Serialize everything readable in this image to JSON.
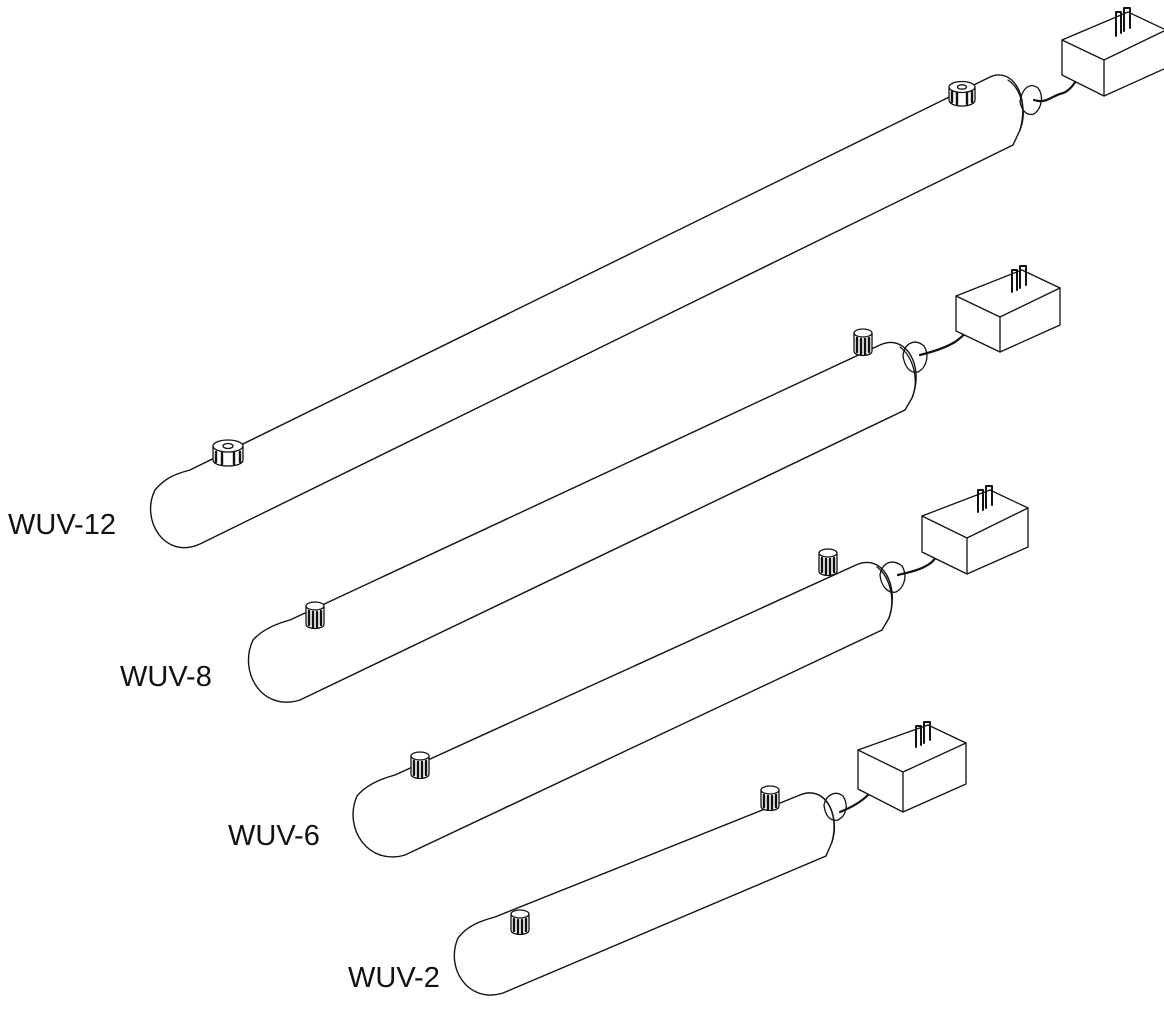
{
  "units": [
    {
      "model": "WUV-12"
    },
    {
      "model": "WUV-8"
    },
    {
      "model": "WUV-6"
    },
    {
      "model": "WUV-2"
    }
  ]
}
